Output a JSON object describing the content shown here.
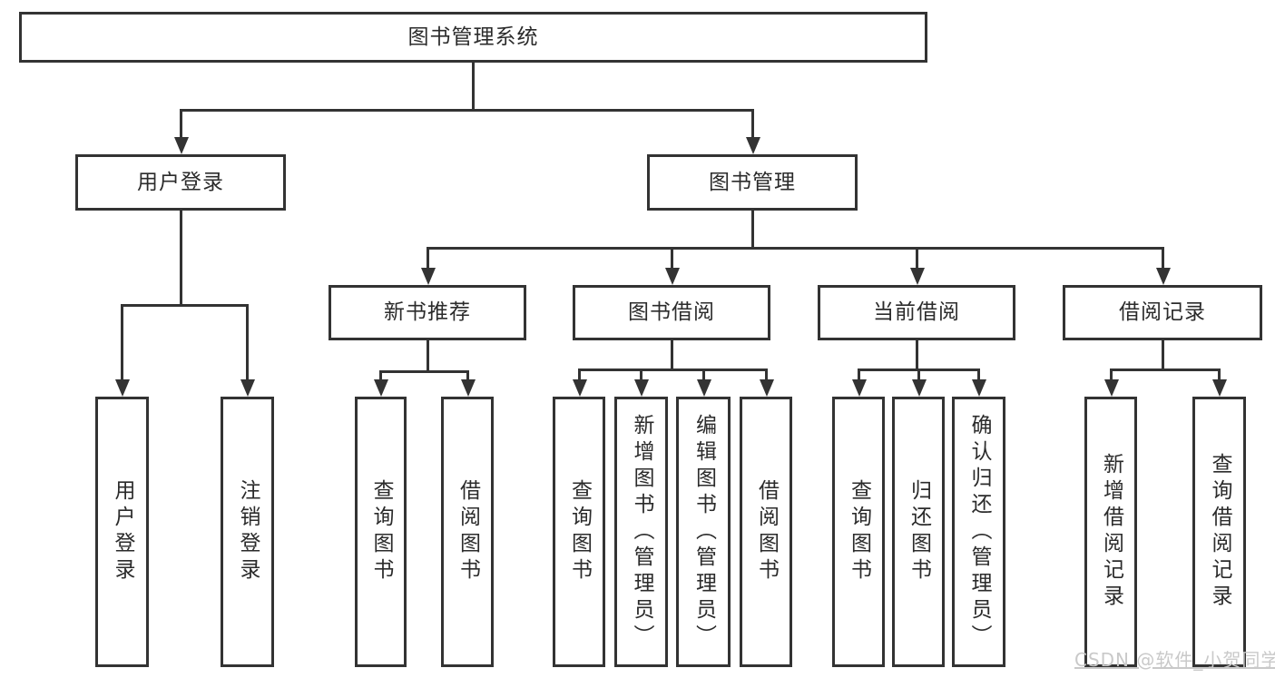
{
  "diagram": {
    "root": {
      "label": "图书管理系统"
    },
    "level1": [
      {
        "label": "用户登录"
      },
      {
        "label": "图书管理"
      }
    ],
    "level2": [
      {
        "label": "新书推荐"
      },
      {
        "label": "图书借阅"
      },
      {
        "label": "当前借阅"
      },
      {
        "label": "借阅记录"
      }
    ],
    "user_login_children": [
      {
        "label": "用户登录"
      },
      {
        "label": "注销登录"
      }
    ],
    "new_book_children": [
      {
        "label": "查询图书"
      },
      {
        "label": "借阅图书"
      }
    ],
    "book_borrow_children": [
      {
        "label": "查询图书"
      },
      {
        "label": "新增图书（管理员）"
      },
      {
        "label": "编辑图书（管理员）"
      },
      {
        "label": "借阅图书"
      }
    ],
    "current_borrow_children": [
      {
        "label": "查询图书"
      },
      {
        "label": "归还图书"
      },
      {
        "label": "确认归还（管理员）"
      }
    ],
    "borrow_record_children": [
      {
        "label": "新增借阅记录"
      },
      {
        "label": "查询借阅记录"
      }
    ],
    "watermark": "CSDN @软件_小贺同学",
    "colors": {
      "line": "#333333",
      "text": "#2b2b2b",
      "box_background": "#ffffff",
      "page_background": "#ffffff",
      "watermark": "#c9c9c9"
    }
  }
}
